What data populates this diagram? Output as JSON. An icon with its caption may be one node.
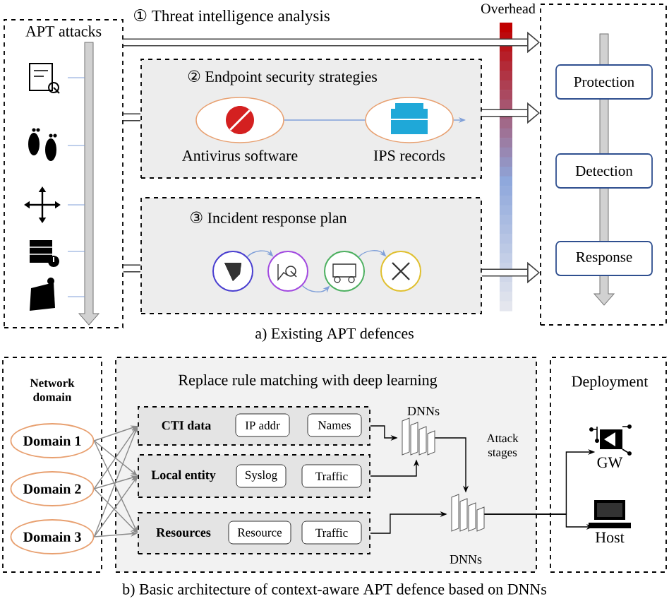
{
  "diagram": {
    "nodes": [
      {
        "text": [
          "APT attacks"
        ]
      },
      {
        "text": [
          "② Endpoint security strategies"
        ]
      },
      {
        "text": [],
        "shape": "ellipse",
        "beside": [
          "Antivirus software"
        ],
        "in": 1
      },
      {
        "text": [],
        "shape": "ellipse",
        "beside": [
          "IPS records"
        ],
        "in": 1
      },
      {
        "text": [
          "③ Incident response plan"
        ]
      },
      {
        "text": [],
        "shape": "circle",
        "in": 4
      },
      {
        "text": [],
        "shape": "circle",
        "in": 4
      },
      {
        "text": [],
        "shape": "circle",
        "in": 4
      },
      {
        "text": [],
        "shape": "circle",
        "in": 4
      },
      {
        "text": [],
        "shape": "box"
      },
      {
        "text": [
          "Protection"
        ],
        "in": 9
      },
      {
        "text": [
          "Detection"
        ],
        "in": 9
      },
      {
        "text": [
          "Response"
        ],
        "in": 9
      },
      {
        "text": [
          "Network domain"
        ]
      },
      {
        "text": [
          "Domain 1"
        ],
        "in": 13
      },
      {
        "text": [
          "Domain 2"
        ],
        "in": 13
      },
      {
        "text": [
          "Domain 3"
        ],
        "in": 13
      },
      {
        "text": [
          "Replace rule matching with deep learning"
        ]
      },
      {
        "text": [
          "CTI data"
        ],
        "in": 17
      },
      {
        "text": [
          "IP addr"
        ],
        "in": 18
      },
      {
        "text": [
          "Names"
        ],
        "in": 18
      },
      {
        "text": [
          "Local entity"
        ],
        "in": 17
      },
      {
        "text": [
          "Syslog"
        ],
        "in": 21
      },
      {
        "text": [
          "Traffic"
        ],
        "in": 21
      },
      {
        "text": [
          "Resources"
        ],
        "in": 17
      },
      {
        "text": [
          "Resource"
        ],
        "in": 24
      },
      {
        "text": [
          "Traffic"
        ],
        "in": 24
      },
      {
        "text": [],
        "shape": "picture",
        "beside": [
          "DNNs"
        ],
        "in": 17
      },
      {
        "text": [],
        "shape": "picture",
        "beside": [
          "DNNs"
        ],
        "in": 17
      },
      {
        "text": [
          "Deployment"
        ]
      },
      {
        "text": [
          "GW"
        ],
        "in": 29
      },
      {
        "text": [
          "Host"
        ],
        "in": 29
      }
    ],
    "edges": [
      {
        "from": 0,
        "to": 9,
        "arrow": "to",
        "style": "thick",
        "label": "① Threat intelligence analysis"
      },
      {
        "from": 0,
        "to": 1,
        "arrow": "none",
        "style": "thick"
      },
      {
        "from": 1,
        "to": 9,
        "arrow": "to",
        "style": "thick"
      },
      {
        "from": 0,
        "to": 4,
        "arrow": "none",
        "style": "thick"
      },
      {
        "from": 4,
        "to": 9,
        "arrow": "to",
        "style": "thick"
      },
      {
        "from": 2,
        "to": 3,
        "arrow": "none",
        "color": "#7f9fd8"
      },
      {
        "from": 3,
        "to": null,
        "arrow": "to",
        "color": "#7f9fd8"
      },
      {
        "from": 5,
        "to": 6,
        "arrow": "to",
        "color": "#7f9fd8"
      },
      {
        "from": 6,
        "to": 7,
        "arrow": "to",
        "color": "#7f9fd8"
      },
      {
        "from": 7,
        "to": 8,
        "arrow": "to",
        "color": "#7f9fd8"
      },
      {
        "from": 14,
        "to": 18,
        "arrow": "to",
        "color": "#8a8a8a"
      },
      {
        "from": 14,
        "to": 21,
        "arrow": "to",
        "color": "#8a8a8a"
      },
      {
        "from": 14,
        "to": 24,
        "arrow": "to",
        "color": "#8a8a8a"
      },
      {
        "from": 15,
        "to": 18,
        "arrow": "to",
        "color": "#8a8a8a"
      },
      {
        "from": 15,
        "to": 21,
        "arrow": "to",
        "color": "#8a8a8a"
      },
      {
        "from": 15,
        "to": 24,
        "arrow": "to",
        "color": "#8a8a8a"
      },
      {
        "from": 16,
        "to": 18,
        "arrow": "to",
        "color": "#8a8a8a"
      },
      {
        "from": 16,
        "to": 21,
        "arrow": "to",
        "color": "#8a8a8a"
      },
      {
        "from": 16,
        "to": 24,
        "arrow": "to",
        "color": "#8a8a8a"
      },
      {
        "from": 18,
        "to": 27,
        "arrow": "to",
        "color": "#000000"
      },
      {
        "from": 21,
        "to": 27,
        "arrow": "to",
        "color": "#000000"
      },
      {
        "from": 27,
        "to": 28,
        "arrow": "to",
        "color": "#000000"
      },
      {
        "from": 24,
        "to": 28,
        "arrow": "to",
        "color": "#000000"
      },
      {
        "from": 28,
        "to": 30,
        "arrow": "to",
        "color": "#000000"
      },
      {
        "from": 28,
        "to": 31,
        "arrow": "to",
        "color": "#000000"
      }
    ],
    "labels": [
      "Overhead",
      "a) Existing APT defences",
      "Attack stages",
      "b) Basic architecture of context-aware APT defence based on DNNs"
    ]
  }
}
